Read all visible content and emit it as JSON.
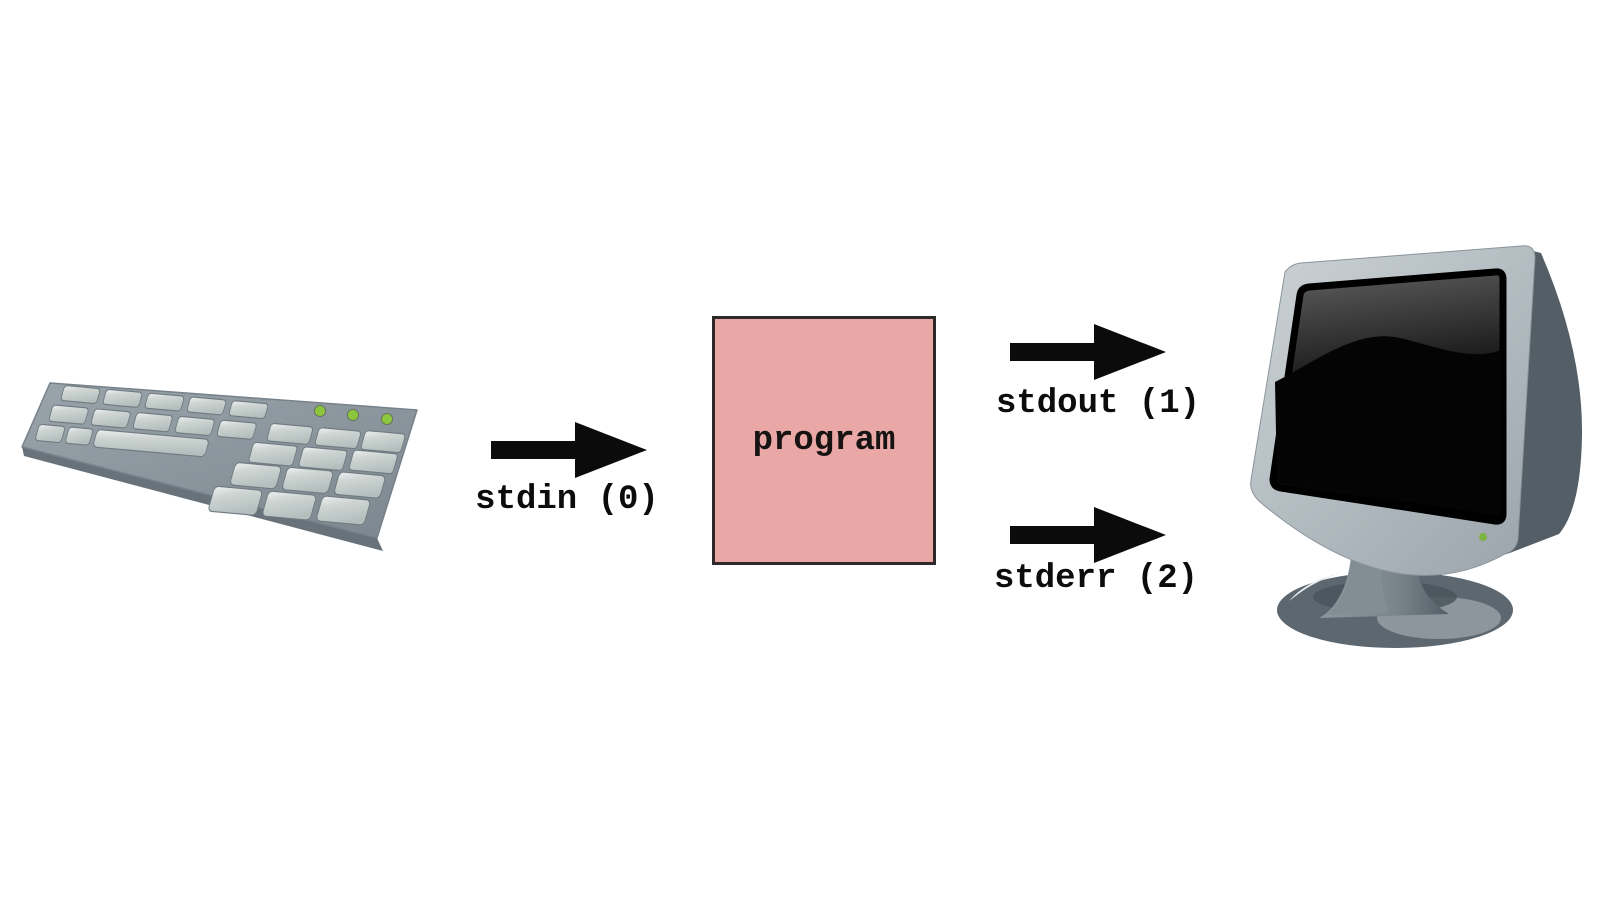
{
  "diagram": {
    "background_color": "#ffffff",
    "arrow_color": "#0b0b0b",
    "label_color": "#0c0c0c",
    "program": {
      "label": "program",
      "fill": "#e9a8a6",
      "border_color": "#2e2a2a",
      "text_color": "#171313"
    },
    "streams": [
      {
        "name": "stdin",
        "label": "stdin (0)"
      },
      {
        "name": "stdout",
        "label": "stdout (1)"
      },
      {
        "name": "stderr",
        "label": "stderr (2)"
      }
    ],
    "devices": [
      {
        "name": "keyboard"
      },
      {
        "name": "monitor"
      }
    ],
    "illustration_colors": {
      "keyboard_body": "#8d979e",
      "keyboard_keys": "#c6cecb",
      "led_green": "#8cc63e",
      "monitor_bezel": "#b8c1c5",
      "monitor_back": "#535e66",
      "monitor_screen": "#050505",
      "monitor_base": "#5c6770",
      "power_led_green": "#7cb544"
    }
  }
}
